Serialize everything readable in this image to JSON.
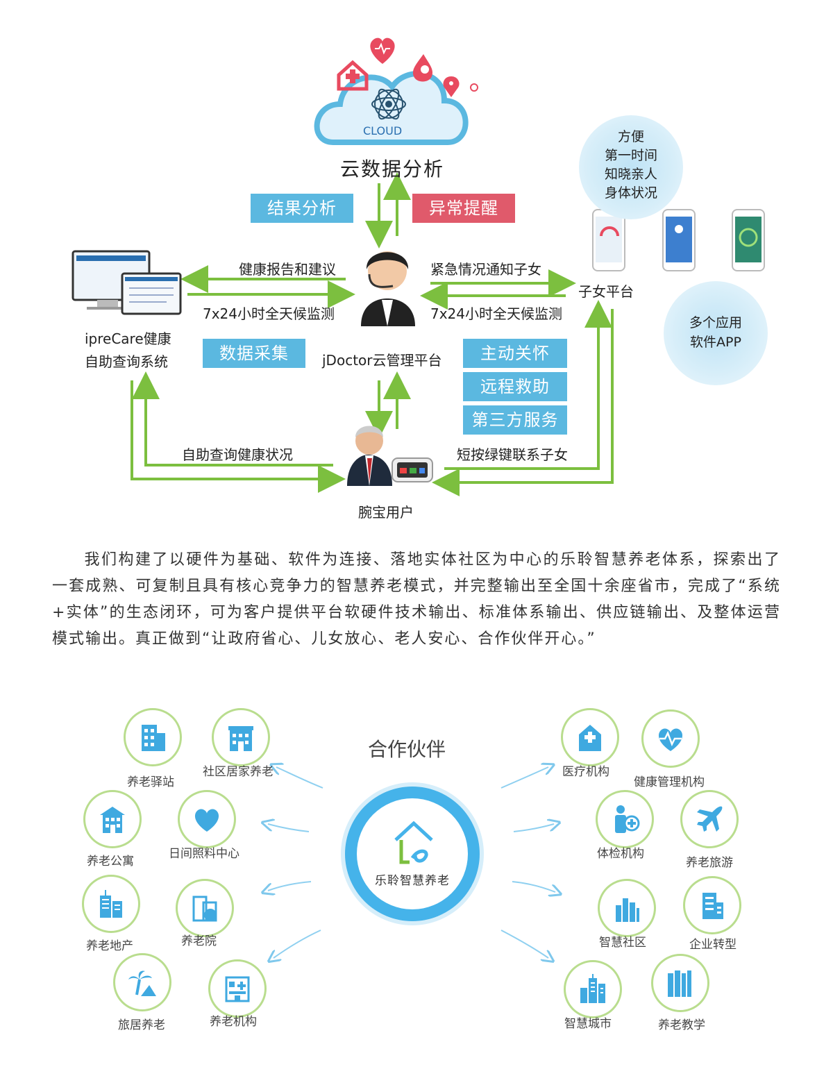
{
  "top": {
    "cloud_text": "CLOUD",
    "cloud_title": "云数据分析",
    "result_box": "结果分析",
    "alert_box": "异常提醒",
    "platform_name": "jDoctor云管理平台",
    "left_system": [
      "ipreCare健康",
      "自助查询系统"
    ],
    "child_platform": "子女平台",
    "user_label": "腕宝用户",
    "arrow_texts": {
      "report": "健康报告和建议",
      "monitor_left": "7x24小时全天候监测",
      "emergency": "紧急情况通知子女",
      "monitor_right": "7x24小时全天候监测",
      "self_query": "自助查询健康状况",
      "short_press": "短按绿键联系子女"
    },
    "data_box": "数据采集",
    "service_boxes": [
      "主动关怀",
      "远程救助",
      "第三方服务"
    ],
    "bubble1": [
      "方便",
      "第一时间",
      "知晓亲人",
      "身体状况"
    ],
    "bubble2": [
      "多个应用",
      "软件APP"
    ]
  },
  "paragraph": "我们构建了以硬件为基础、软件为连接、落地实体社区为中心的乐聆智慧养老体系，探索出了一套成熟、可复制且具有核心竞争力的智慧养老模式，并完整输出至全国十余座省市，完成了“系统+实体”的生态闭环，可为客户提供平台软硬件技术输出、标准体系输出、供应链输出、及整体运营模式输出。真正做到“让政府省心、儿女放心、老人安心、合作伙伴开心。”",
  "partners": {
    "title": "合作伙伴",
    "logo_text": "乐聆智慧养老",
    "left": [
      "养老驿站",
      "社区居家养老",
      "养老公寓",
      "日间照料中心",
      "养老地产",
      "养老院",
      "旅居养老",
      "养老机构"
    ],
    "right": [
      "医疗机构",
      "健康管理机构",
      "体检机构",
      "养老旅游",
      "智慧社区",
      "企业转型",
      "智慧城市",
      "养老教学"
    ]
  },
  "colors": {
    "green": "#7cbf3f",
    "blue": "#5bb8e0",
    "red": "#e05a6b",
    "ring": "#45b3ea",
    "icon": "#3fa9e0"
  }
}
